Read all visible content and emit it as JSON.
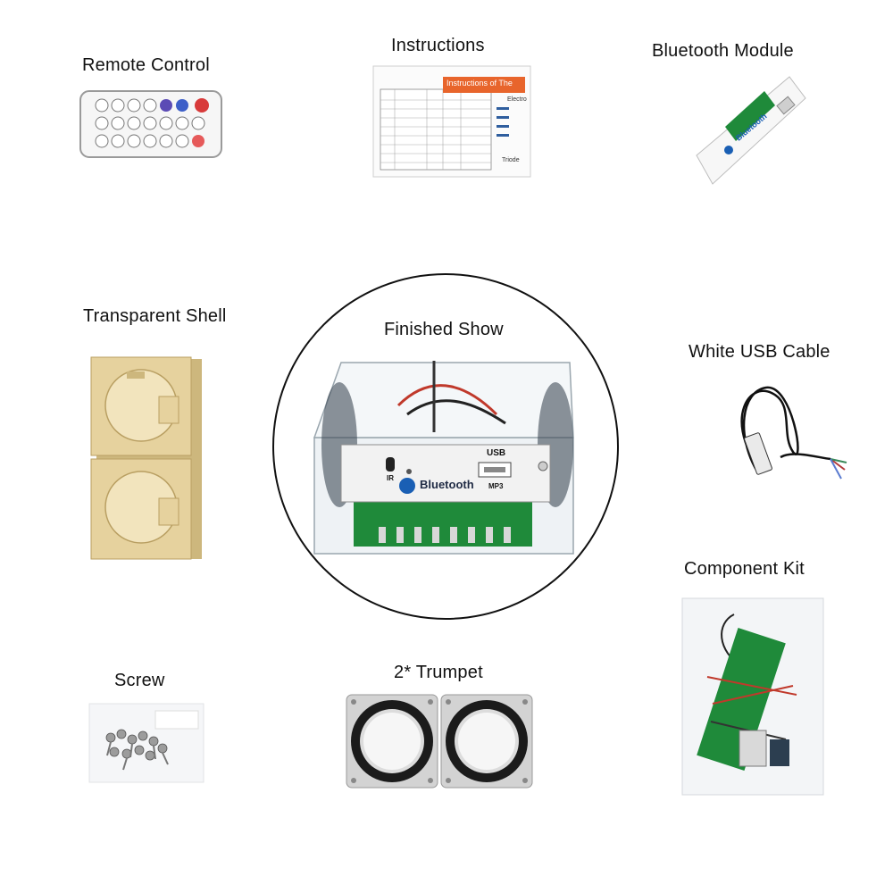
{
  "labels": {
    "remote": "Remote Control",
    "instructions": "Instructions",
    "bt_module": "Bluetooth Module",
    "shell": "Transparent Shell",
    "finished": "Finished Show",
    "usb_cable": "White USB Cable",
    "component_kit": "Component Kit",
    "screw": "Screw",
    "trumpet": "2* Trumpet"
  },
  "instructions_sheet": {
    "banner": "Instructions of The",
    "right_col_1": "Electro",
    "right_col_2": "Triode"
  },
  "bt_module_card": {
    "brand": "Bluetooth"
  },
  "device_panel": {
    "ir": "IR",
    "usb": "USB",
    "brand": "Bluetooth",
    "mode": "MP3"
  },
  "colors": {
    "bluetooth_blue": "#1a5fb4",
    "pcb_green": "#1f8a3a",
    "shell_wood": "#e4d09a",
    "wire_red": "#c0392b"
  }
}
